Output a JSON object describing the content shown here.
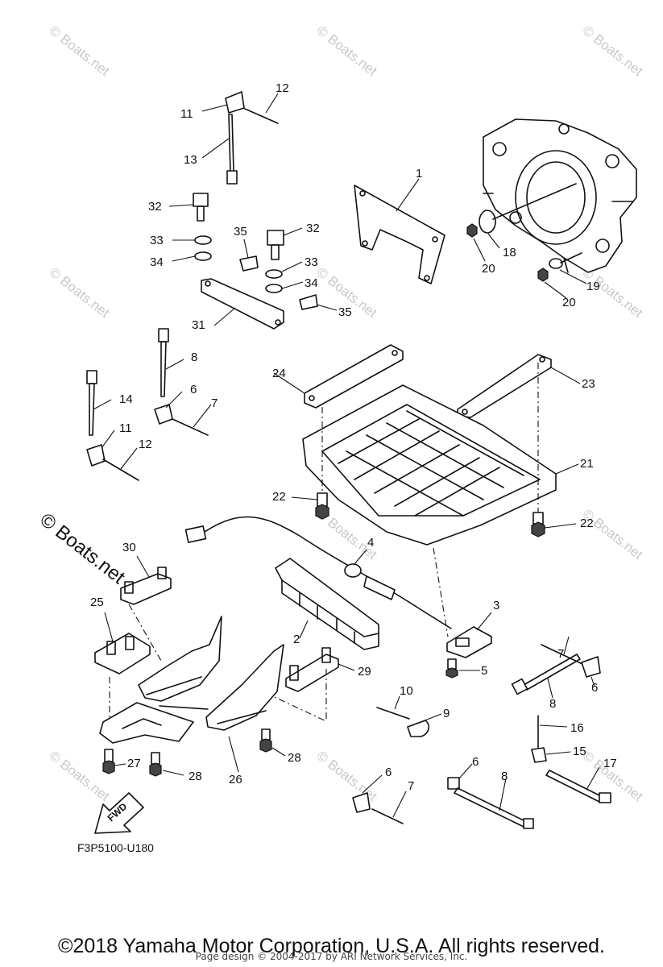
{
  "diagram": {
    "code": "F3P5100-U180",
    "direction_marker": "FWD",
    "callouts": [
      "1",
      "2",
      "3",
      "4",
      "5",
      "6",
      "7",
      "8",
      "9",
      "10",
      "11",
      "12",
      "13",
      "14",
      "15",
      "16",
      "17",
      "18",
      "19",
      "20",
      "21",
      "22",
      "23",
      "24",
      "25",
      "26",
      "27",
      "28",
      "29",
      "30",
      "31",
      "32",
      "33",
      "34",
      "35"
    ]
  },
  "watermark": {
    "small": "© Boats.net",
    "large": "© Boats.net"
  },
  "footer": {
    "copyright": "©2018 Yamaha Motor Corporation, U.S.A. All rights reserved.",
    "page_credit": "Page design © 2004-2017 by ARI Network Services, Inc."
  }
}
